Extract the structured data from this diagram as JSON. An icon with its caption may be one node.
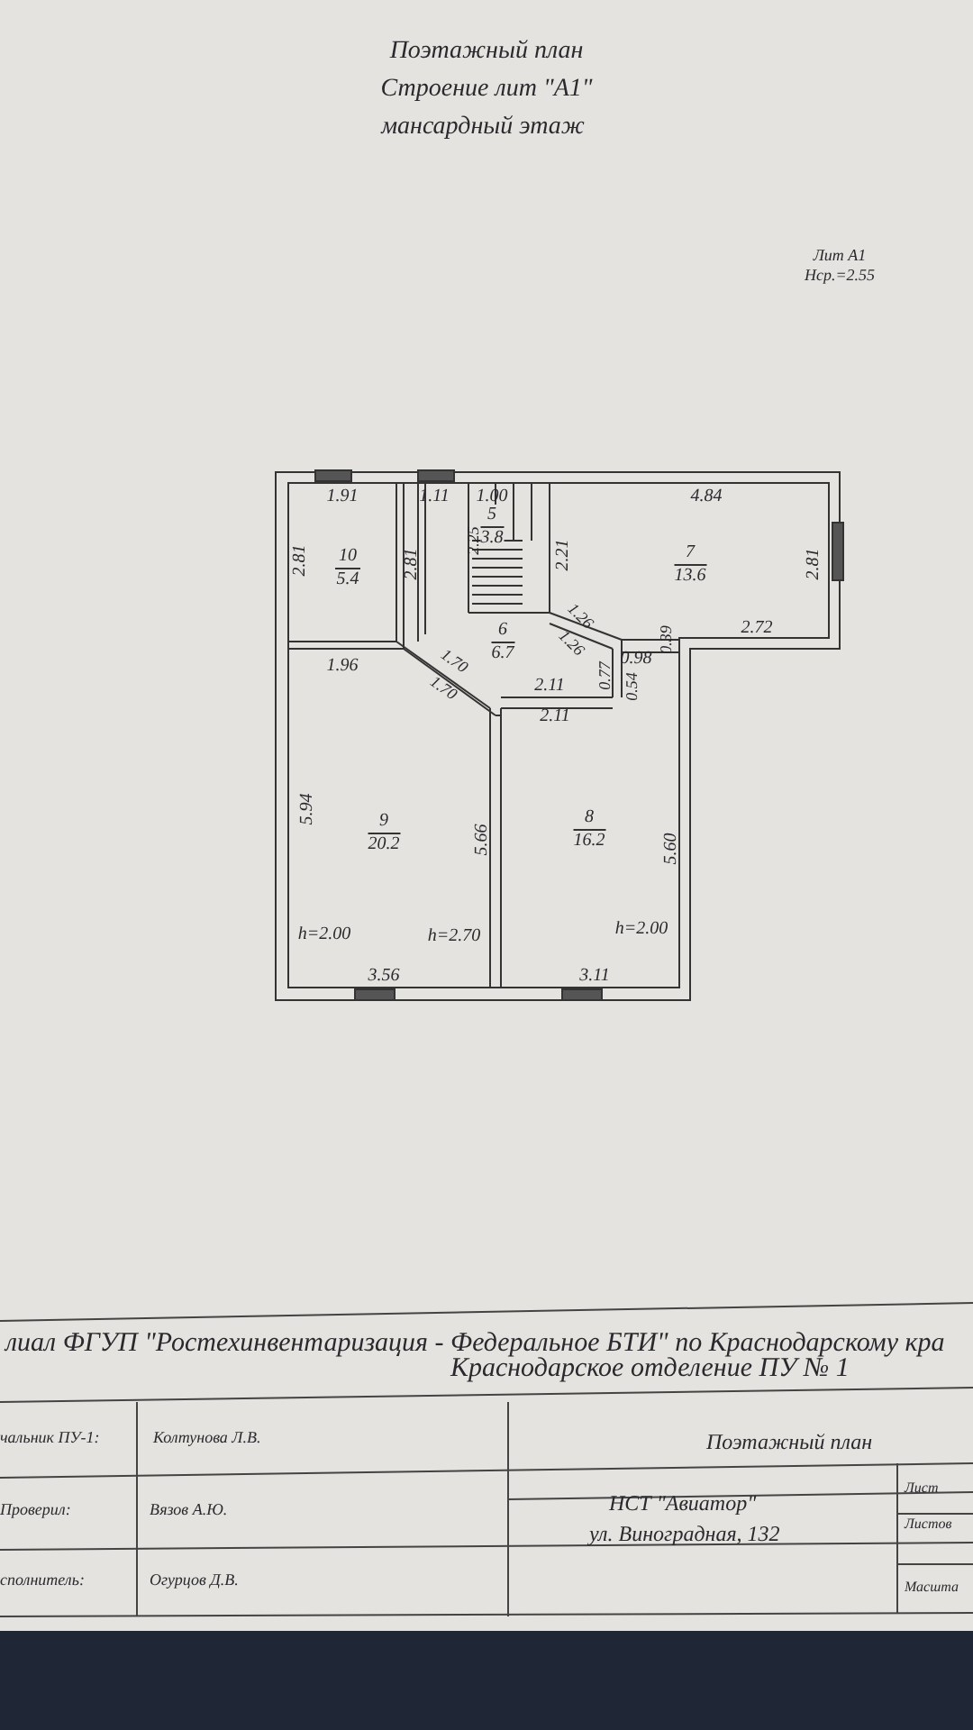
{
  "diagram": {
    "title": "Поэтажный план",
    "nodes": [
      {
        "text": [
          "10",
          "5.4"
        ]
      },
      {
        "text": [
          "5",
          "3.8"
        ]
      },
      {
        "text": [
          "7",
          "13.6"
        ]
      },
      {
        "text": [
          "6",
          "6.7"
        ]
      },
      {
        "text": [
          "9",
          "20.2"
        ]
      },
      {
        "text": [
          "8",
          "16.2"
        ]
      }
    ],
    "labels": [
      "Строение лит \"А1\"",
      "мансардный этаж",
      "Лит А1",
      "Нср.=2.55",
      "1.91",
      "1.11",
      "1.00",
      "4.84",
      "2.81",
      "2.81",
      "2.25",
      "2.21",
      "2.81",
      "1.26",
      "1.26",
      "2.72",
      "0.39",
      "0.98",
      "0.77",
      "0.54",
      "1.96",
      "1.70",
      "1.70",
      "2.11",
      "2.11",
      "5.94",
      "5.66",
      "5.60",
      "h=2.00",
      "h=2.70",
      "h=2.00",
      "3.56",
      "3.11",
      "лиал ФГУП \"Ростехинвентаризация - Федеральное БТИ\" по Краснодарскому кра",
      "Краснодарское отделение ПУ № 1",
      "чальник ПУ-1:",
      "Колтунова Л.В.",
      "Поэтажный план",
      "Лист",
      "Проверил:",
      "Вязов А.Ю.",
      "НСТ \"Авиатор\"",
      "ул. Виноградная, 132",
      "Листов",
      "сполнитель:",
      "Огурцов Д.В.",
      "Масшта"
    ]
  }
}
